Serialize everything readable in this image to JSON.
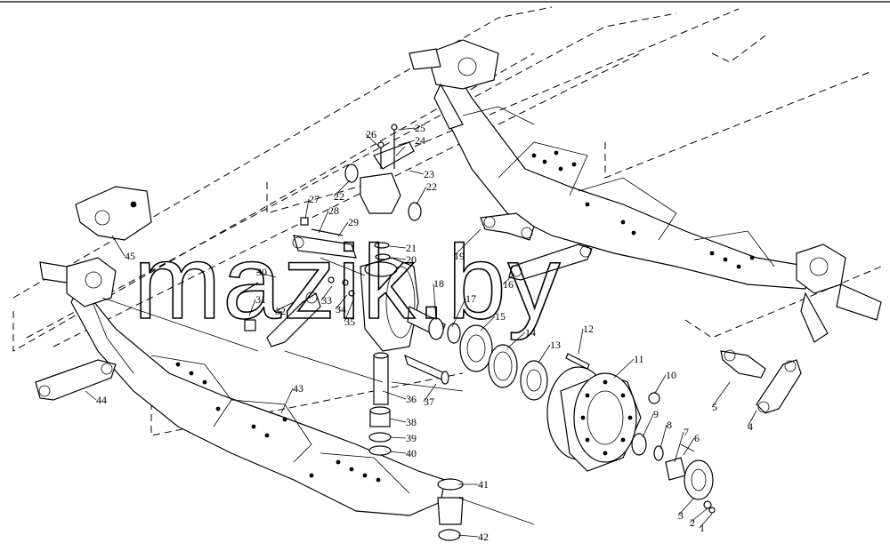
{
  "watermark": "mazik.by",
  "callouts": [
    "1",
    "2",
    "3",
    "4",
    "5",
    "6",
    "7",
    "8",
    "9",
    "10",
    "11",
    "12",
    "13",
    "14",
    "15",
    "16",
    "17",
    "18",
    "19",
    "20",
    "21",
    "22",
    "22",
    "23",
    "24",
    "25",
    "26",
    "27",
    "28",
    "29",
    "30",
    "31",
    "32",
    "33",
    "34",
    "35",
    "36",
    "37",
    "38",
    "39",
    "40",
    "41",
    "42",
    "43",
    "44",
    "45"
  ]
}
